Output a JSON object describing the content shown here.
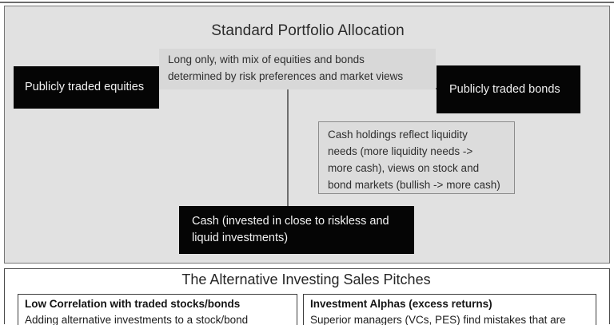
{
  "diagram": {
    "title": "Standard Portfolio Allocation",
    "boxes": {
      "equities": "Publicly traded equities",
      "bonds": "Publicly traded bonds",
      "cash_line1": "Cash (invested in close to riskless and",
      "cash_line2": "liquid investments)"
    },
    "notes": {
      "long_only_line1": "Long only, with mix of equities and bonds",
      "long_only_line2": "determined by risk preferences and market views",
      "cash_holdings_line1": "Cash holdings reflect liquidity",
      "cash_holdings_line2": "needs (more liquidity needs ->",
      "cash_holdings_line3": "more cash), views on stock and",
      "cash_holdings_line4": "bond markets (bullish -> more cash)"
    },
    "colors": {
      "panel_background": "#e1e1e1",
      "panel_border": "#767676",
      "box_fill": "#050505",
      "box_text": "#f2f2f2",
      "note_fill": "#d8d8d8",
      "note_border": "#8c8c8c",
      "connector": "#6f6f6f"
    }
  },
  "pitches": {
    "title": "The Alternative Investing Sales Pitches",
    "cards": [
      {
        "heading": "Low Correlation with traded stocks/bonds",
        "body": "Adding alternative investments to a stock/bond"
      },
      {
        "heading": "Investment Alphas (excess returns)",
        "body": "Superior managers (VCs, PES) find mistakes that are"
      }
    ],
    "colors": {
      "panel_background": "#ffffff",
      "panel_border": "#4a4a4a",
      "card_border": "#3d3d3d"
    }
  }
}
